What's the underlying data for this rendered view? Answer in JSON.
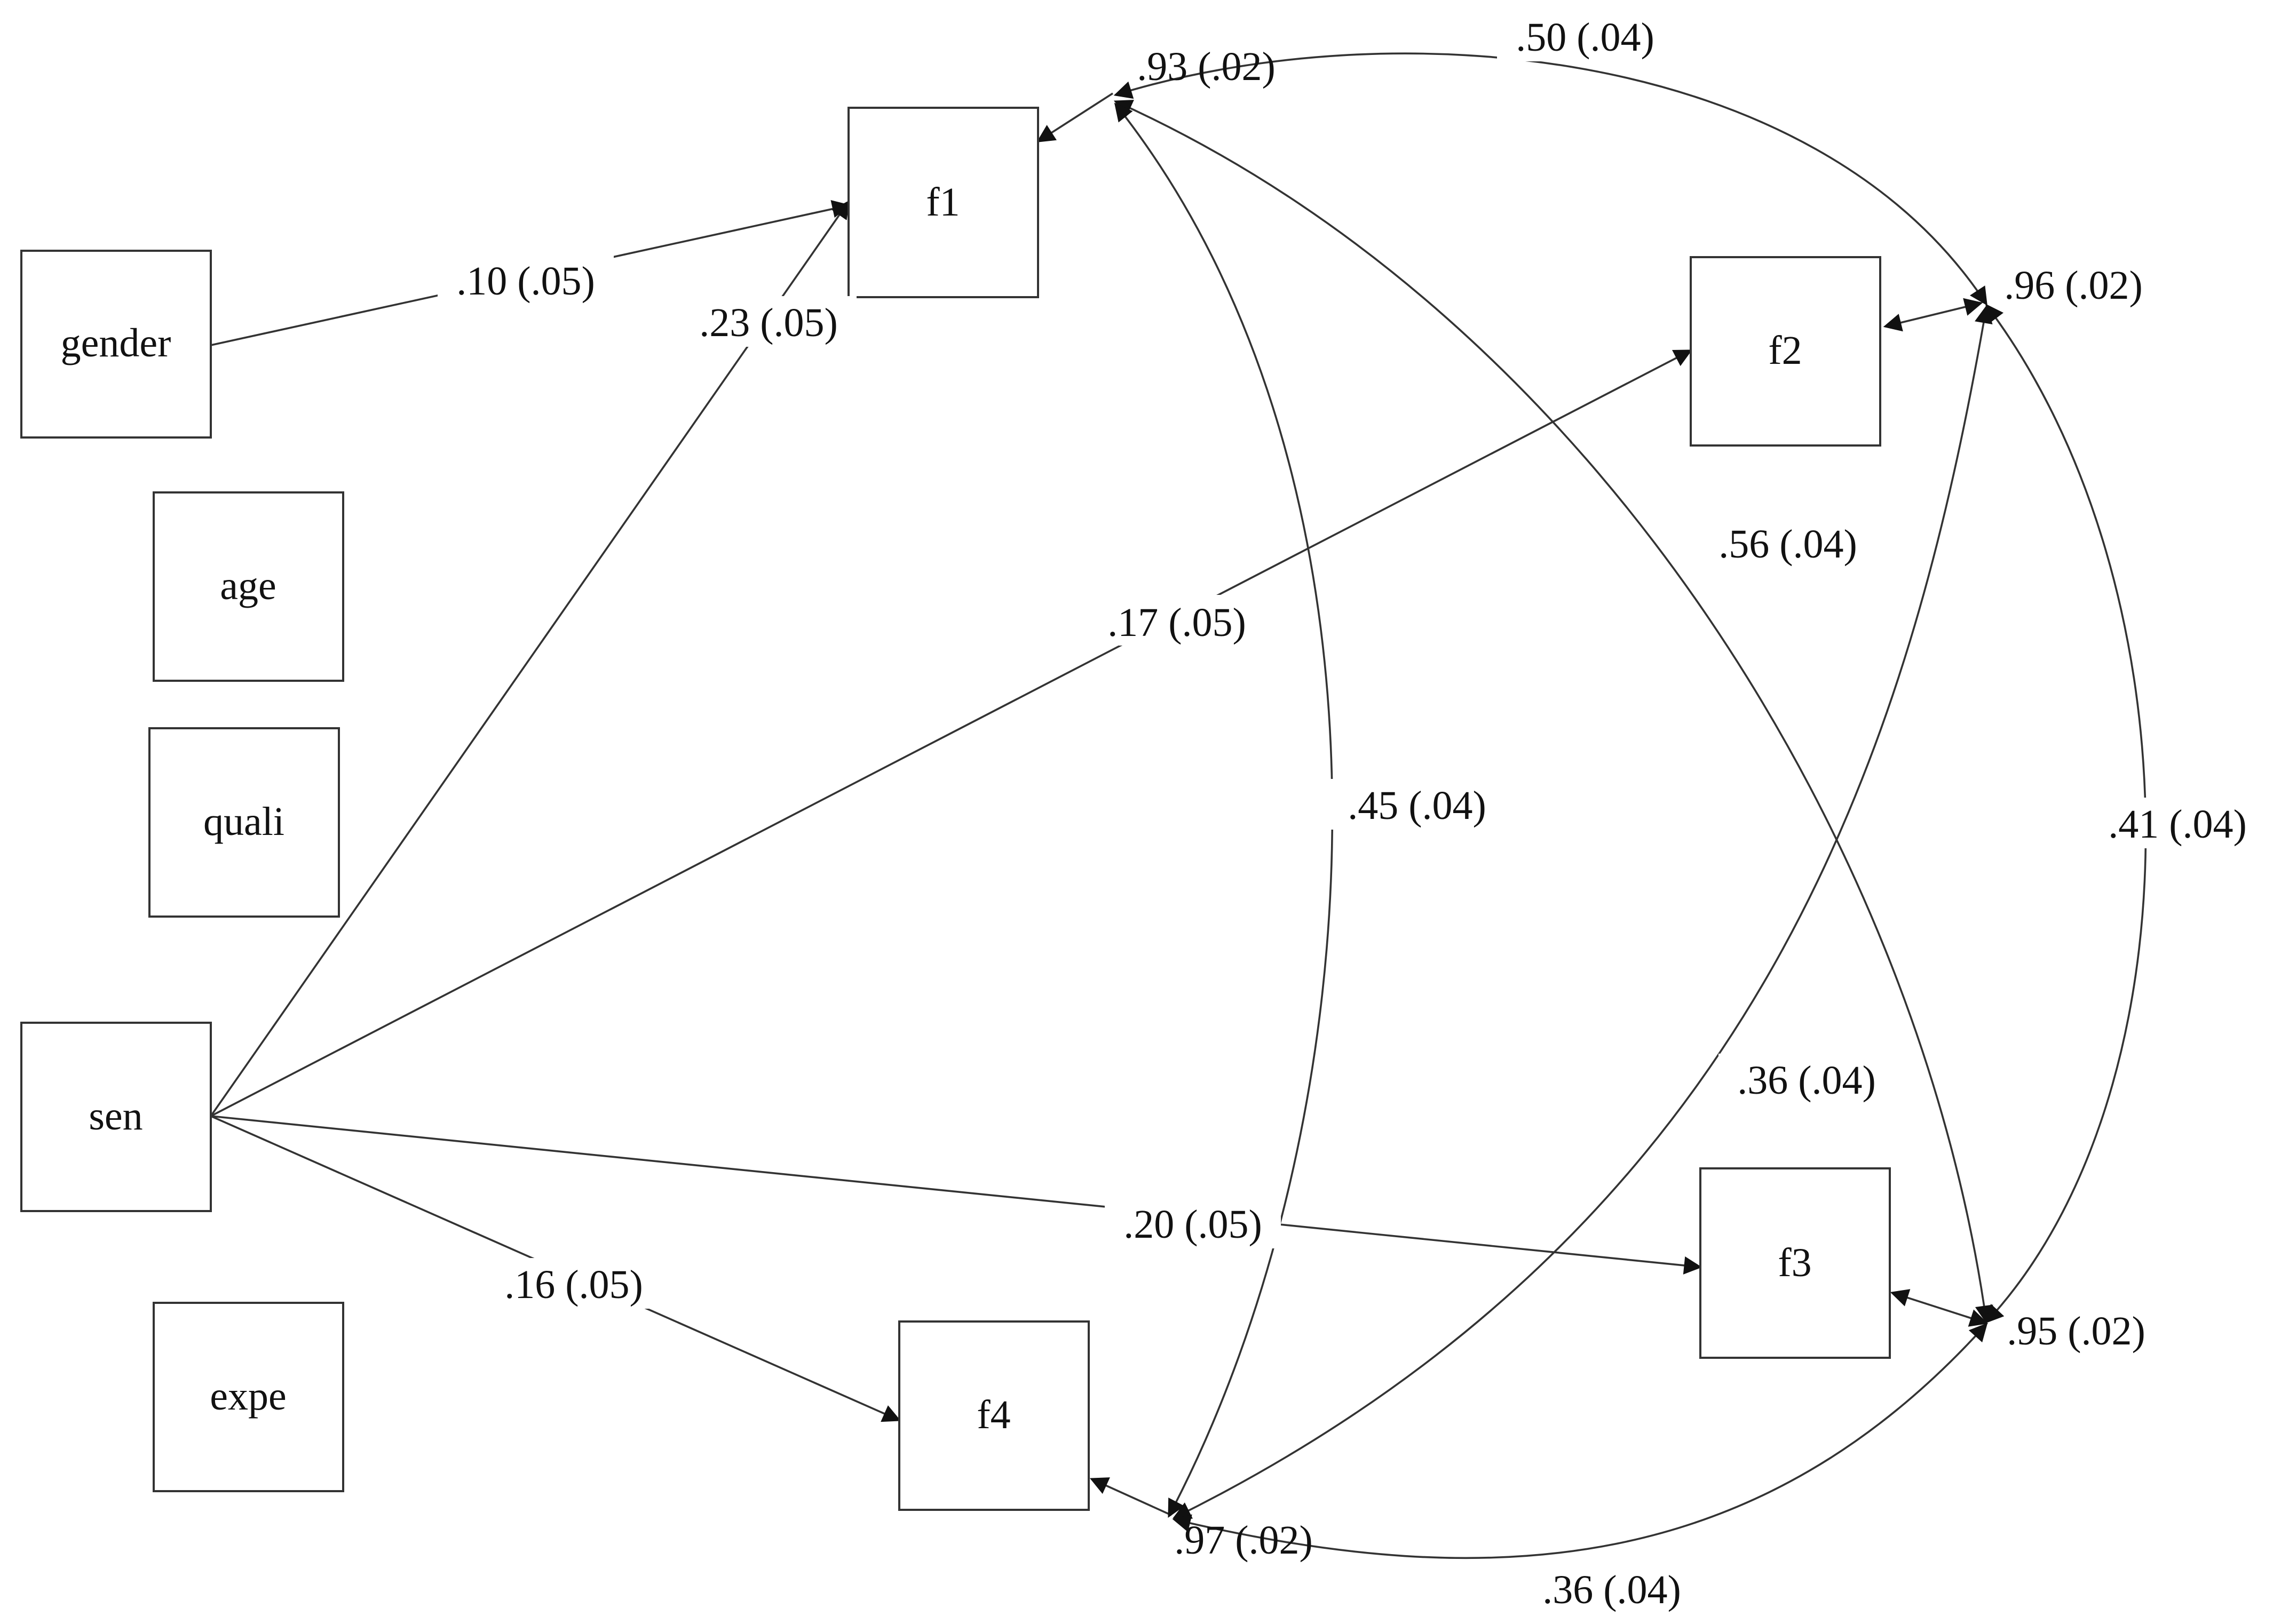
{
  "colors": {
    "stroke": "#333333",
    "text": "#111111",
    "background": "#ffffff"
  },
  "nodes": {
    "gender": "gender",
    "age": "age",
    "quali": "quali",
    "sen": "sen",
    "expe": "expe",
    "f1": "f1",
    "f2": "f2",
    "f3": "f3",
    "f4": "f4"
  },
  "paths": {
    "gender_f1": ".10 (.05)",
    "sen_f1": ".23 (.05)",
    "sen_f2": ".17 (.05)",
    "sen_f3": ".20 (.05)",
    "sen_f4": ".16 (.05)"
  },
  "residuals": {
    "f1": ".93 (.02)",
    "f2": ".96 (.02)",
    "f3": ".95 (.02)",
    "f4": ".97 (.02)"
  },
  "covariances": {
    "f1_f2": ".50 (.04)",
    "f1_f3": ".56 (.04)",
    "f1_f4": ".45 (.04)",
    "f2_f3": ".41 (.04)",
    "f2_f4": ".36 (.04)",
    "f3_f4": ".36 (.04)"
  }
}
